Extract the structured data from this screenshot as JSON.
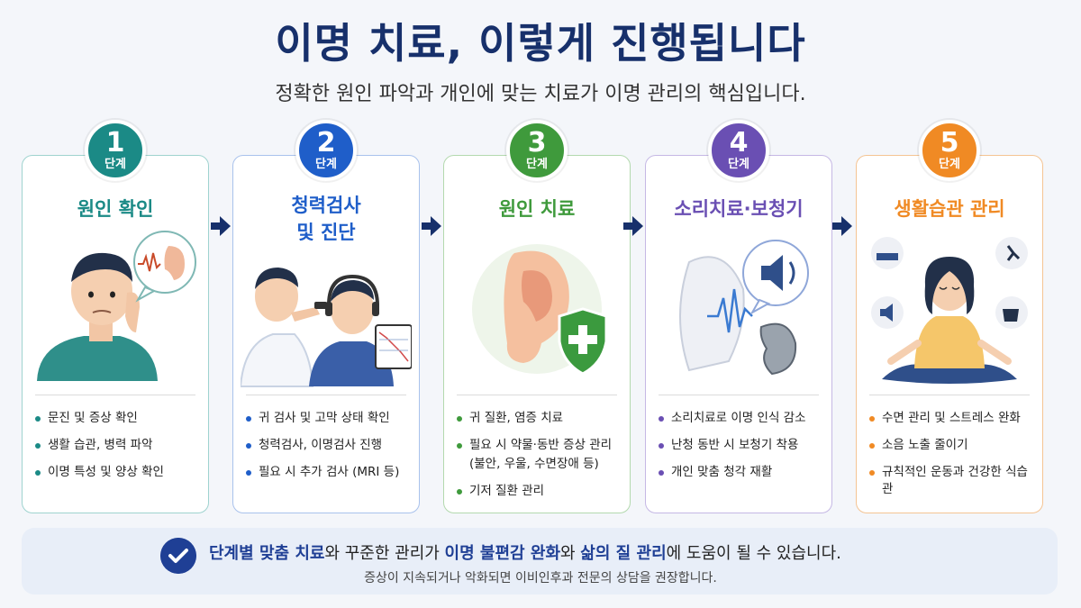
{
  "header": {
    "title": "이명 치료, 이렇게 진행됩니다",
    "subtitle": "정확한 원인 파악과 개인에 맞는 치료가 이명 관리의 핵심입니다."
  },
  "steps": [
    {
      "number": "1",
      "step_label": "단계",
      "title": "원인 확인",
      "color": "#1b8a86",
      "bullets": [
        "문진 및 증상 확인",
        "생활 습관, 병력 파악",
        "이명 특성 및 양상 확인"
      ]
    },
    {
      "number": "2",
      "step_label": "단계",
      "title_line1": "청력검사",
      "title_line2": "및 진단",
      "color": "#1f5ec9",
      "bullets": [
        "귀 검사 및 고막 상태 확인",
        "청력검사, 이명검사 진행",
        "필요 시 추가 검사 (MRI 등)"
      ]
    },
    {
      "number": "3",
      "step_label": "단계",
      "title": "원인 치료",
      "color": "#3f9a3c",
      "bullets": [
        "귀 질환, 염증 치료",
        "필요 시 약물·동반 증상 관리",
        "(불안, 우울, 수면장애 등)",
        "기저 질환 관리"
      ]
    },
    {
      "number": "4",
      "step_label": "단계",
      "title": "소리치료·보청기",
      "color": "#6a4fb3",
      "bullets": [
        "소리치료로 이명 인식 감소",
        "난청 동반 시 보청기 착용",
        "개인 맞춤 청각 재활"
      ]
    },
    {
      "number": "5",
      "step_label": "단계",
      "title": "생활습관 관리",
      "color": "#f08a24",
      "bullets": [
        "수면 관리 및 스트레스 완화",
        "소음 노출 줄이기",
        "규칙적인 운동과 건강한 식습관"
      ]
    }
  ],
  "footer": {
    "hl1": "단계별 맞춤 치료",
    "t1": "와 꾸준한 관리가 ",
    "hl2": "이명 불편감 완화",
    "t2": "와 ",
    "hl3": "삶의 질 관리",
    "t3": "에 도움이 될 수 있습니다.",
    "note": "증상이 지속되거나 악화되면 이비인후과 전문의 상담을 권장합니다."
  },
  "colors": {
    "arrow": "#17306b",
    "title": "#17306b",
    "footer_accent": "#1f3f95"
  }
}
